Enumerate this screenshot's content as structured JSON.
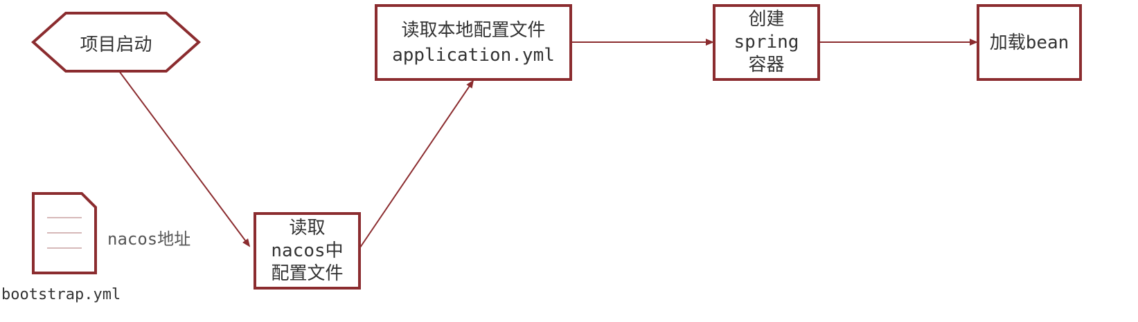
{
  "colors": {
    "stroke": "#8b2c2f",
    "text": "#333333",
    "doc_line": "#c9a0a0"
  },
  "nodes": {
    "start": {
      "label": "项目启动",
      "shape": "hexagon"
    },
    "read_local": {
      "line1": "读取本地配置文件",
      "line2": "application.yml"
    },
    "create_spring": {
      "line1": "创建",
      "line2": "spring",
      "line3": "容器"
    },
    "load_bean": {
      "label": "加载bean"
    },
    "read_nacos": {
      "line1": "读取",
      "line2": "nacos中",
      "line3": "配置文件"
    }
  },
  "document": {
    "icon": "document-icon",
    "filename": "bootstrap.yml",
    "content_label": "nacos地址"
  },
  "edges": [
    {
      "from": "start",
      "to": "read_nacos"
    },
    {
      "from": "read_nacos",
      "to": "read_local"
    },
    {
      "from": "read_local",
      "to": "create_spring"
    },
    {
      "from": "create_spring",
      "to": "load_bean"
    }
  ]
}
